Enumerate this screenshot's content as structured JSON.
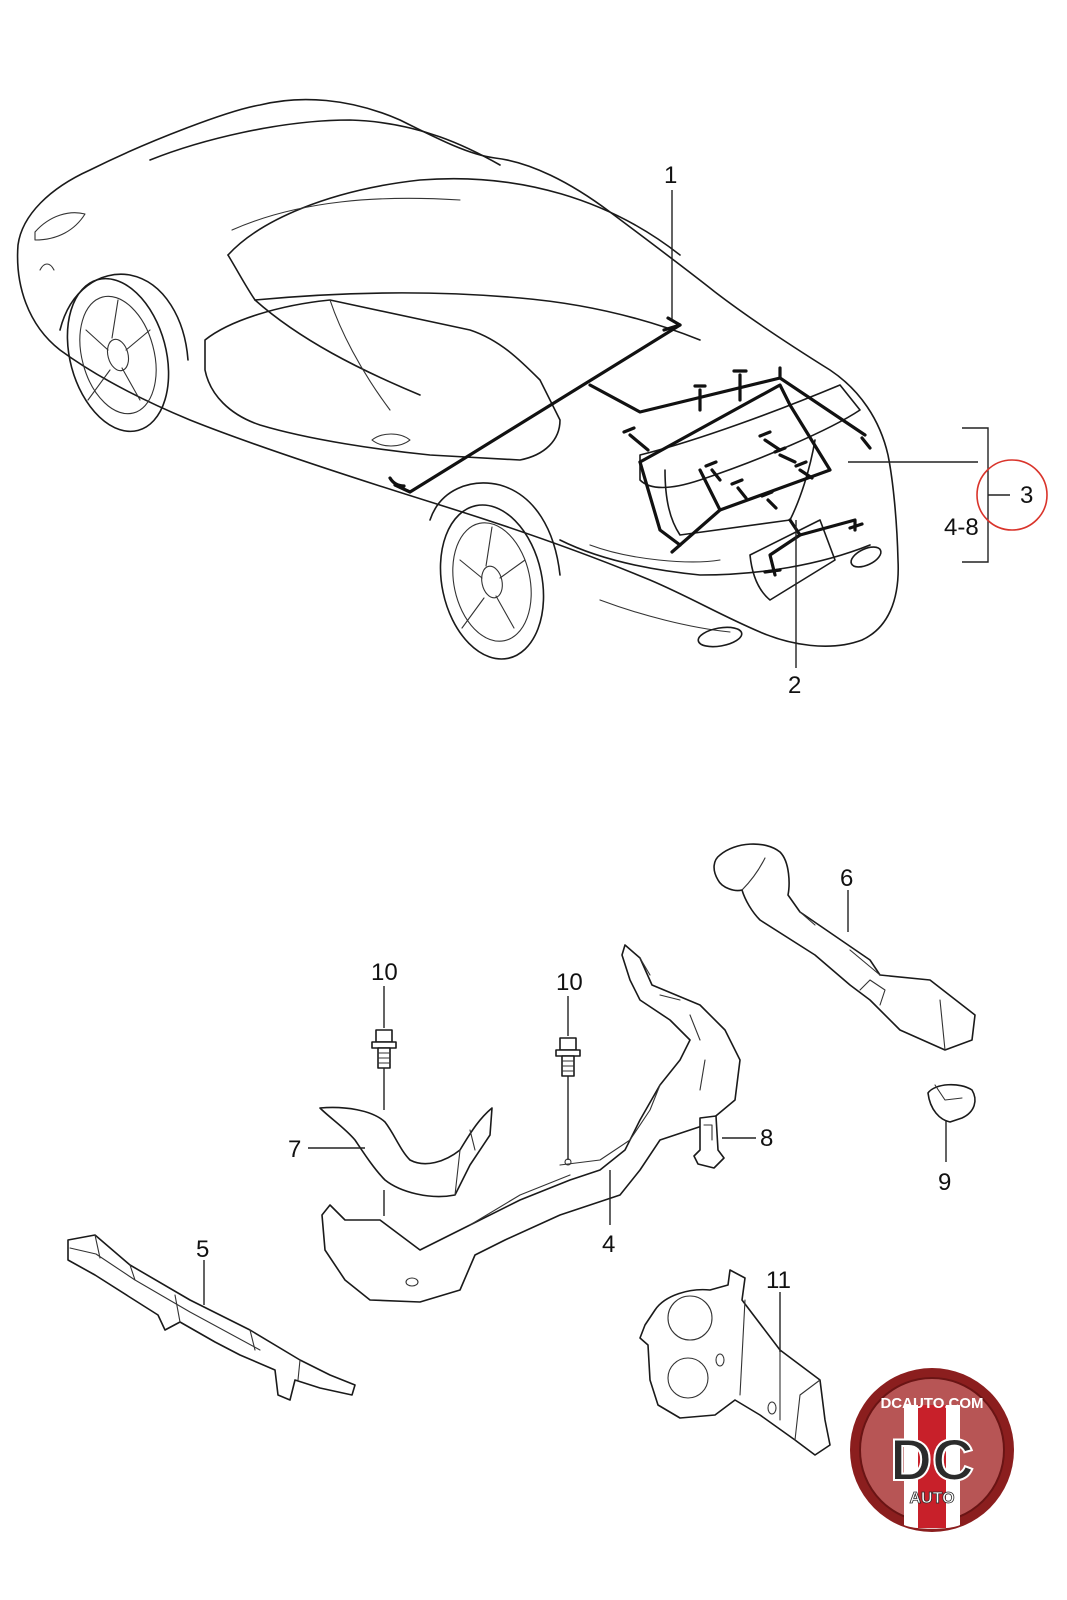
{
  "callouts": {
    "c1": "1",
    "c2": "2",
    "c3": "3",
    "c4_8": "4-8",
    "c4": "4",
    "c5": "5",
    "c6": "6",
    "c7": "7",
    "c8": "8",
    "c9": "9",
    "c10a": "10",
    "c10b": "10",
    "c11": "11"
  },
  "logo": {
    "site": "DCAUTO.COM",
    "mark": "DC",
    "word": "AUTO"
  },
  "colors": {
    "line": "#1a1a1a",
    "highlight_circle": "#d9342b",
    "logo_ring": "#8b1e1e",
    "logo_stripe_red": "#c8202a",
    "logo_letters": "#2b2b2b"
  }
}
